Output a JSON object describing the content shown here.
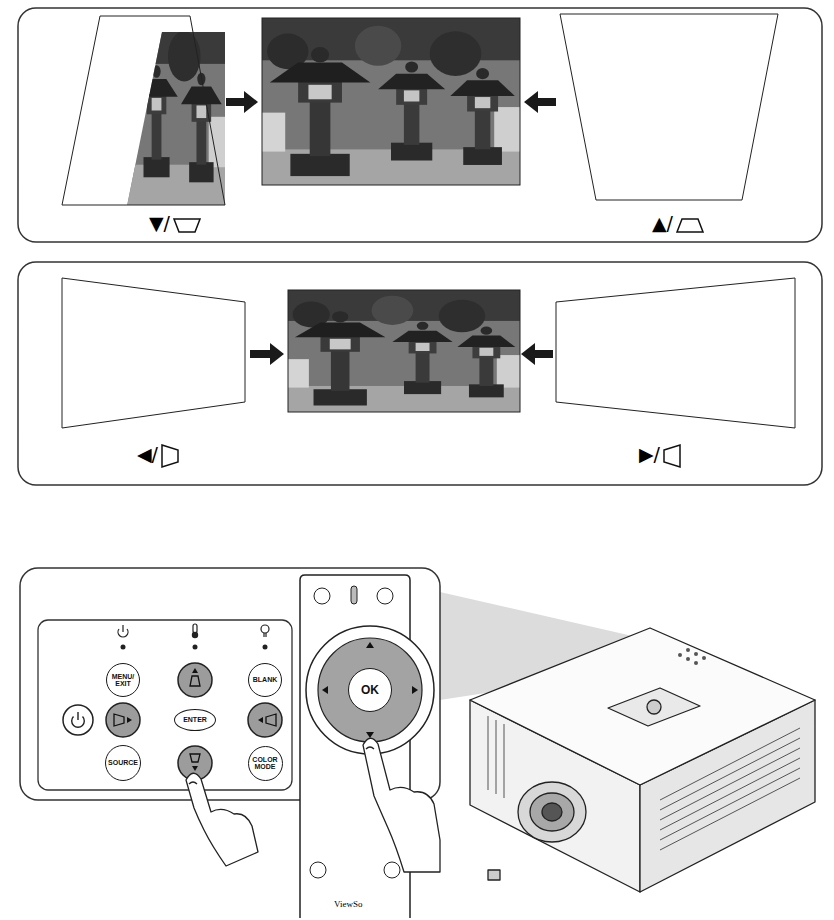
{
  "diagram": {
    "nodes": [
      {
        "text": [
          "MENU/ EXIT"
        ]
      },
      {
        "text": [
          "BLANK"
        ]
      },
      {
        "text": [
          "ENTER"
        ]
      },
      {
        "text": [
          "SOURCE"
        ]
      },
      {
        "text": [
          "COLOR MODE"
        ]
      },
      {
        "text": [
          "OK"
        ]
      }
    ],
    "labels": [
      "▼/",
      "▲/",
      "◀/",
      "▶/",
      "ViewSo"
    ]
  }
}
